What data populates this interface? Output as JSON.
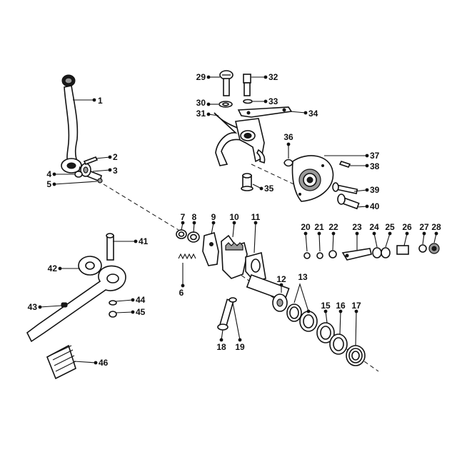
{
  "diagram": {
    "callouts": [
      {
        "label": "1"
      },
      {
        "label": "2"
      },
      {
        "label": "3"
      },
      {
        "label": "4"
      },
      {
        "label": "5"
      },
      {
        "label": "6"
      },
      {
        "label": "7"
      },
      {
        "label": "8"
      },
      {
        "label": "9"
      },
      {
        "label": "10"
      },
      {
        "label": "11"
      },
      {
        "label": "12"
      },
      {
        "label": "13"
      },
      {
        "label": "15"
      },
      {
        "label": "16"
      },
      {
        "label": "17"
      },
      {
        "label": "18"
      },
      {
        "label": "19"
      },
      {
        "label": "20"
      },
      {
        "label": "21"
      },
      {
        "label": "22"
      },
      {
        "label": "23"
      },
      {
        "label": "24"
      },
      {
        "label": "25"
      },
      {
        "label": "26"
      },
      {
        "label": "27"
      },
      {
        "label": "28"
      },
      {
        "label": "29"
      },
      {
        "label": "30"
      },
      {
        "label": "31"
      },
      {
        "label": "32"
      },
      {
        "label": "33"
      },
      {
        "label": "34"
      },
      {
        "label": "35"
      },
      {
        "label": "36"
      },
      {
        "label": "37"
      },
      {
        "label": "38"
      },
      {
        "label": "39"
      },
      {
        "label": "40"
      },
      {
        "label": "41"
      },
      {
        "label": "42"
      },
      {
        "label": "43"
      },
      {
        "label": "44"
      },
      {
        "label": "45"
      },
      {
        "label": "46"
      }
    ]
  }
}
